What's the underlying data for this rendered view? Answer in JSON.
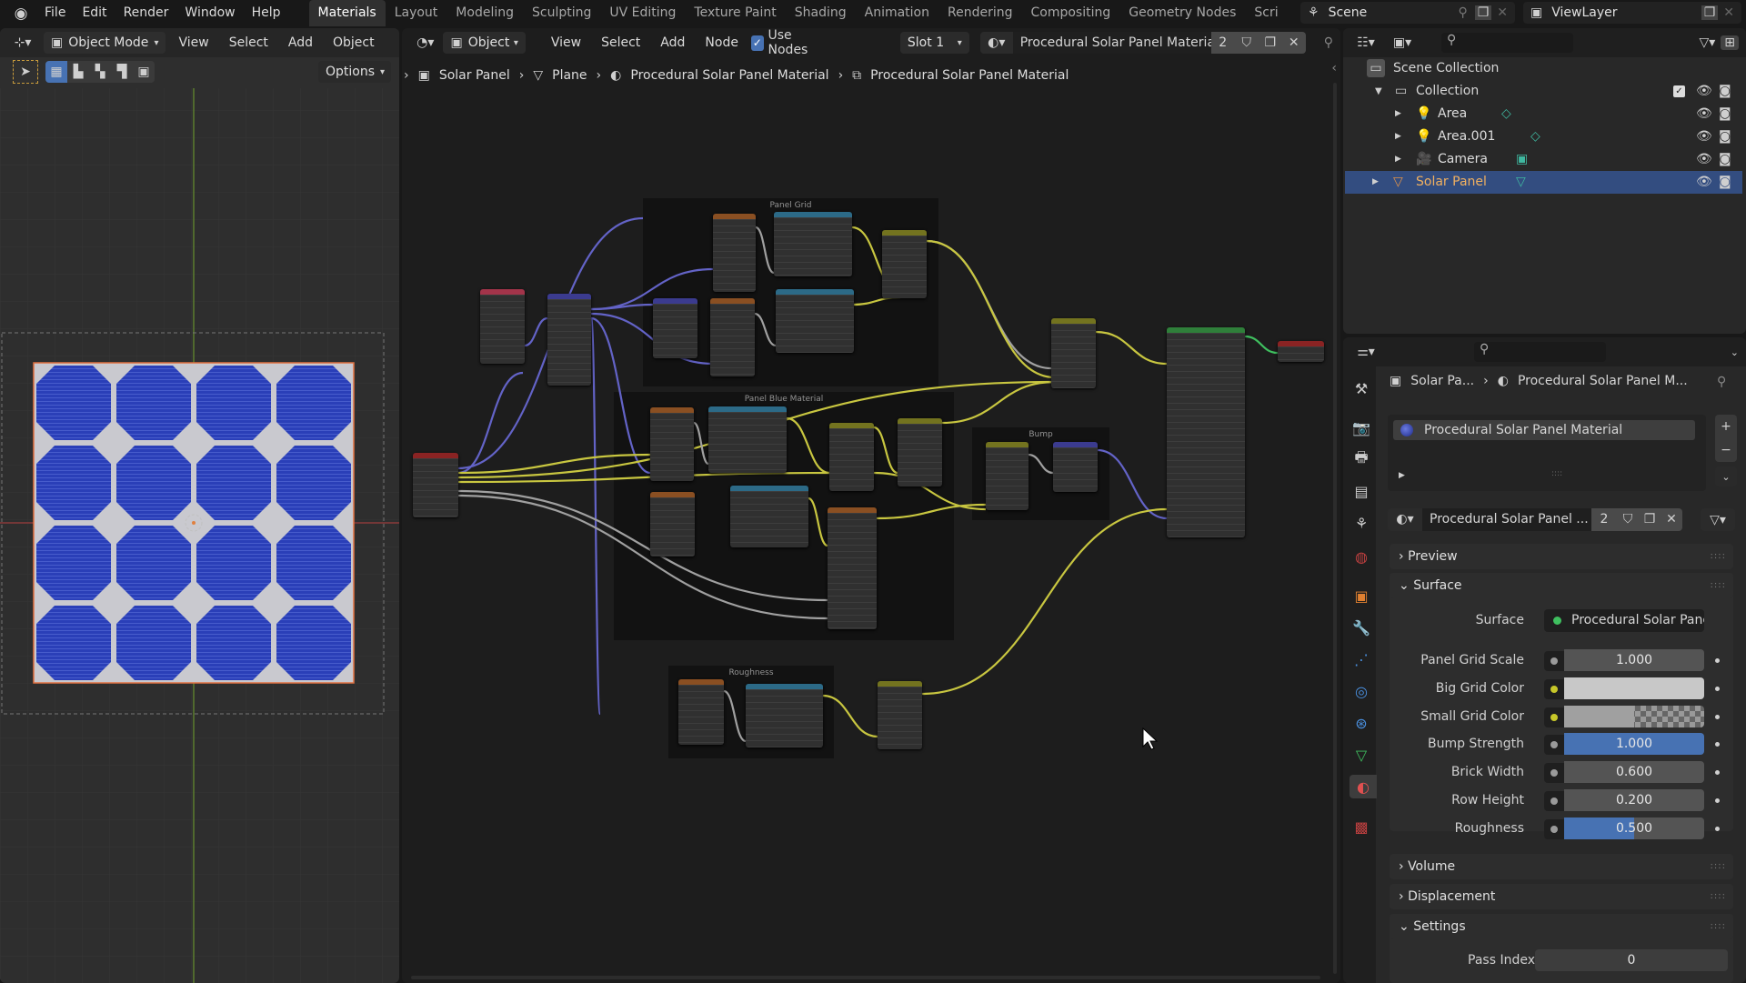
{
  "topbar": {
    "menus": [
      "File",
      "Edit",
      "Render",
      "Window",
      "Help"
    ],
    "workspaces": [
      "Materials",
      "Layout",
      "Modeling",
      "Sculpting",
      "UV Editing",
      "Texture Paint",
      "Shading",
      "Animation",
      "Rendering",
      "Compositing",
      "Geometry Nodes",
      "Scri"
    ],
    "active_workspace": "Materials",
    "scene": "Scene",
    "view_layer": "ViewLayer"
  },
  "viewport": {
    "mode": "Object Mode",
    "menus": [
      "View",
      "Select",
      "Add",
      "Object"
    ],
    "options_label": "Options"
  },
  "node_editor": {
    "object_dropdown": "Object",
    "menus": [
      "View",
      "Select",
      "Add",
      "Node"
    ],
    "use_nodes_label": "Use Nodes",
    "use_nodes_checked": true,
    "slot": "Slot 1",
    "material_name": "Procedural Solar Panel Material",
    "user_count": "2",
    "breadcrumb": [
      "Solar Panel",
      "Plane",
      "Procedural Solar Panel Material",
      "Procedural Solar Panel Material"
    ],
    "frames": [
      "Panel Grid",
      "Panel Blue Material",
      "Bump",
      "Roughness"
    ]
  },
  "outliner": {
    "root": "Scene Collection",
    "collection": "Collection",
    "items": [
      {
        "name": "Area",
        "type": "light"
      },
      {
        "name": "Area.001",
        "type": "light"
      },
      {
        "name": "Camera",
        "type": "camera"
      },
      {
        "name": "Solar Panel",
        "type": "mesh",
        "selected": true
      }
    ]
  },
  "properties": {
    "breadcrumb": [
      "Solar Pa...",
      "Procedural Solar Panel M..."
    ],
    "slot_item": "Procedural Solar Panel Material",
    "datablock_name": "Procedural Solar Panel ...",
    "datablock_users": "2",
    "panels": {
      "preview": "Preview",
      "surface": "Surface",
      "volume": "Volume",
      "displacement": "Displacement",
      "settings": "Settings"
    },
    "surface_label": "Surface",
    "surface_value": "Procedural Solar Panel ...",
    "inputs": [
      {
        "label": "Panel Grid Scale",
        "value": "1.000",
        "kind": "float",
        "fill": 0
      },
      {
        "label": "Big Grid Color",
        "value": "",
        "kind": "color",
        "color": "#c8c8c8"
      },
      {
        "label": "Small Grid Color",
        "value": "",
        "kind": "color-alpha",
        "color": "#a0a0a0"
      },
      {
        "label": "Bump Strength",
        "value": "1.000",
        "kind": "float",
        "fill": 1.0
      },
      {
        "label": "Brick Width",
        "value": "0.600",
        "kind": "float",
        "fill": 0
      },
      {
        "label": "Row Height",
        "value": "0.200",
        "kind": "float",
        "fill": 0
      },
      {
        "label": "Roughness",
        "value": "0.500",
        "kind": "float",
        "fill": 0.5
      }
    ],
    "pass_index_label": "Pass Index",
    "pass_index": "0"
  },
  "colors": {
    "accent": "#4772b3",
    "selected_row": "#334d80",
    "panel_blue": "#2a3fb8",
    "wire_yellow": "#c8c640",
    "wire_grey": "#a0a0a0",
    "wire_purple": "#6363c7"
  }
}
